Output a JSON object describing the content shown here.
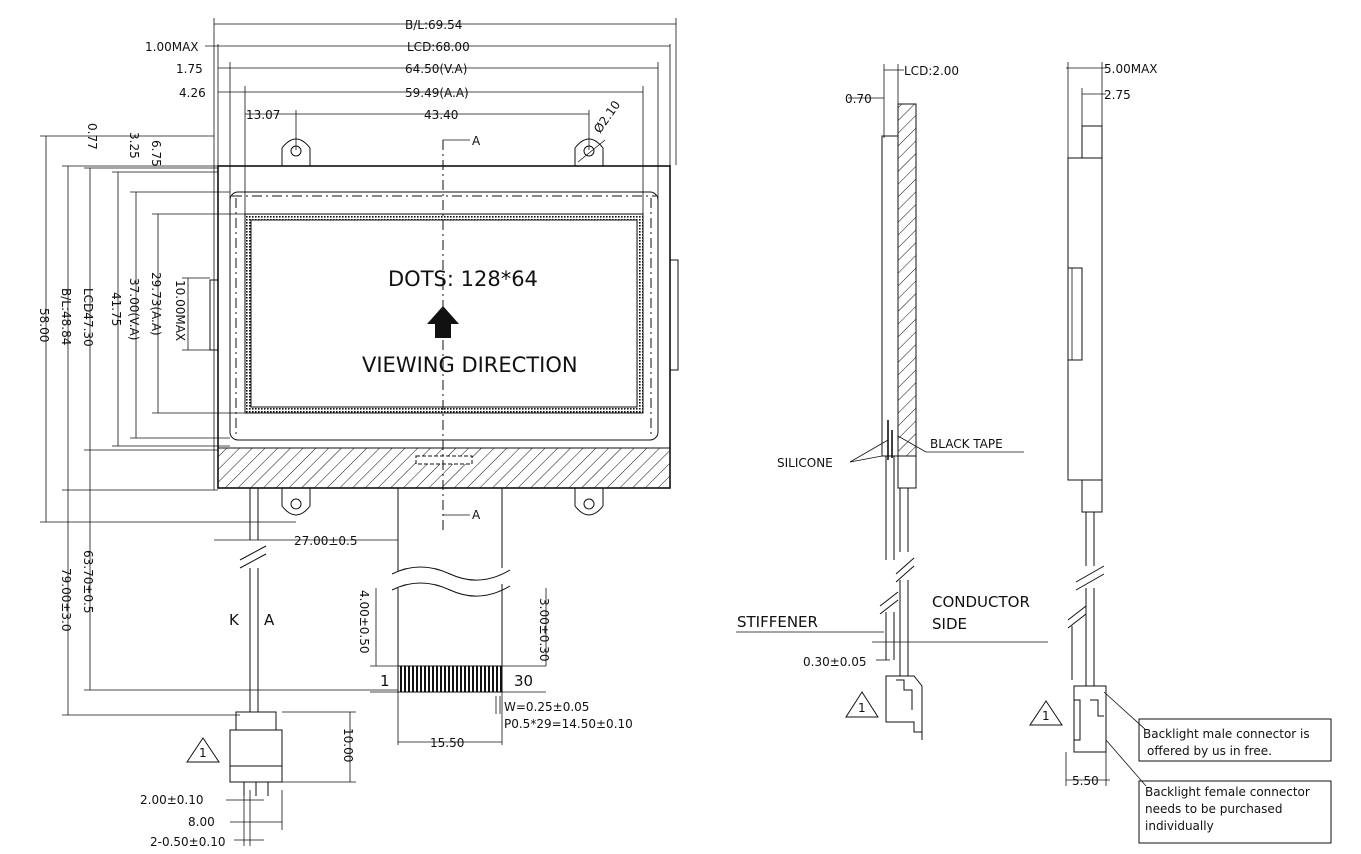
{
  "front_view": {
    "bl_width": "B/L:69.54",
    "bezel_max": "1.00MAX",
    "lcd_width": "LCD:68.00",
    "va_offset": "1.75",
    "va_width": "64.50(V.A)",
    "aa_offset": "4.26",
    "aa_width": "59.49(A.A)",
    "hole_offset": "13.07",
    "hole_pitch": "43.40",
    "hole_dia": "Ø2.10",
    "section_marker": "A",
    "dim_077": "0.77",
    "dim_325": "3.25",
    "dim_675": "6.75",
    "aa_height": "29.73(A.A)",
    "va_height": "37.00(V.A)",
    "dim_4175": "41.75",
    "lcd_height": "LCD47.30",
    "bl_height": "B/L:48.84",
    "overall_height": "58.00",
    "pin_offset": "63.70±0.5",
    "cable_length": "79.00±3.0",
    "fpc_thickness": "10.00MAX",
    "dots_text": "DOTS: 128*64",
    "viewing_direction": "VIEWING DIRECTION",
    "led_wire_pos": "27.00±0.5",
    "cathode": "K",
    "anode": "A",
    "fpc_stiffener_left": "4.00±0.50",
    "fpc_stiffener_right": "3.00±0.30",
    "pin_first": "1",
    "pin_last": "30",
    "pin_width": "W=0.25±0.05",
    "pin_pitch": "P0.5*29=14.50±0.10",
    "fpc_width": "15.50",
    "connector_height": "10.00",
    "connector_pitch": "2.00±0.10",
    "connector_width": "8.00",
    "connector_pin": "2-0.50±0.10",
    "warning_mark": "1"
  },
  "side_view": {
    "lcd_thickness": "LCD:2.00",
    "glass_offset": "0.70",
    "black_tape": "BLACK TAPE",
    "silicone": "SILICONE",
    "stiffener": "STIFFENER",
    "conductor_side_1": "CONDUCTOR",
    "conductor_side_2": "SIDE",
    "stiffener_thickness": "0.30±0.05",
    "warning_mark": "1"
  },
  "backlight_view": {
    "thickness_max": "5.00MAX",
    "bl_thickness": "2.75",
    "connector_width": "5.50",
    "warning_mark": "1",
    "note_male_1": "Backlight male connector is",
    "note_male_2": "offered by us in free.",
    "note_female_1": "Backlight female connector",
    "note_female_2": "needs to be purchased",
    "note_female_3": "individually"
  }
}
